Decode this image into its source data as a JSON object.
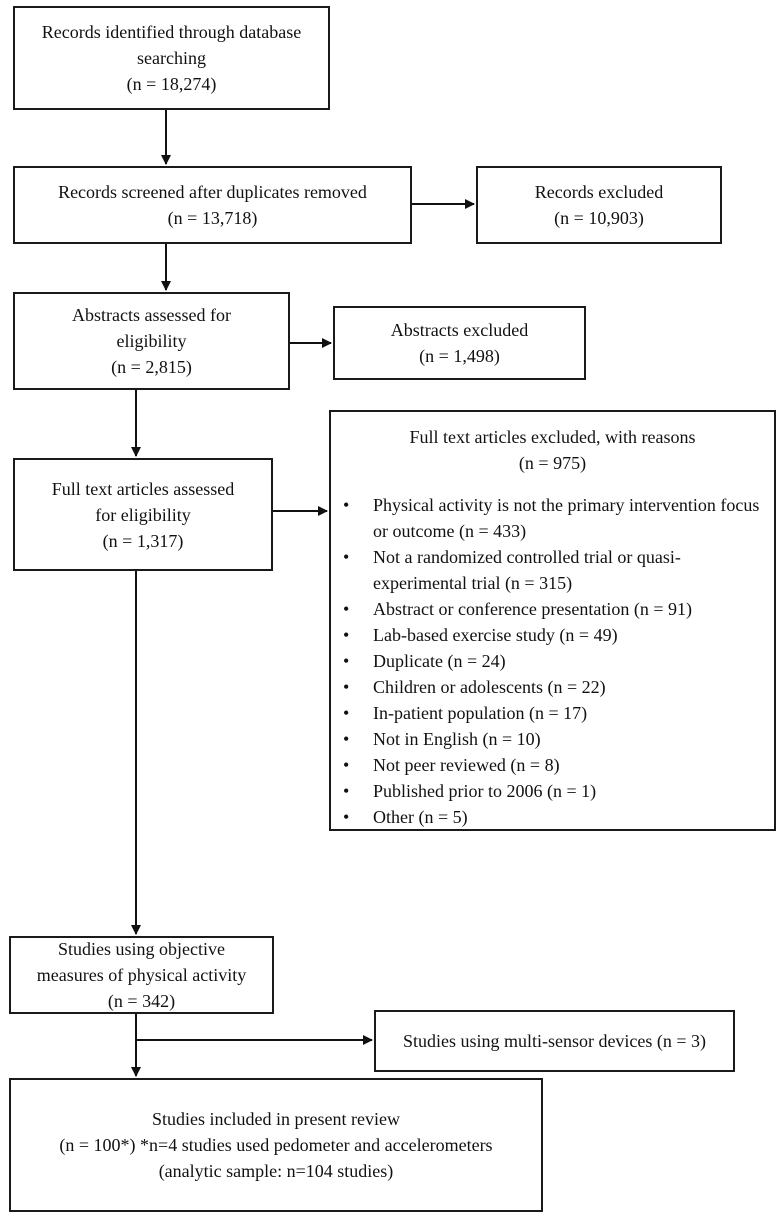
{
  "flow": {
    "identified": {
      "lines": [
        "Records identified through database",
        "searching",
        "(n = 18,274)"
      ]
    },
    "screened": {
      "lines": [
        "Records screened after duplicates removed",
        "(n = 13,718)"
      ]
    },
    "records_excluded": {
      "lines": [
        "Records excluded",
        "(n = 10,903)"
      ]
    },
    "abstracts_assessed": {
      "lines": [
        "Abstracts assessed for",
        "eligibility",
        "(n = 2,815)"
      ]
    },
    "abstracts_excluded": {
      "lines": [
        "Abstracts excluded",
        "(n = 1,498)"
      ]
    },
    "fulltext_assessed": {
      "lines": [
        "Full text articles assessed",
        "for eligibility",
        "(n = 1,317)"
      ]
    },
    "fulltext_excluded": {
      "title": "Full text articles excluded, with reasons",
      "count": "(n =  975)",
      "reasons": [
        "Physical activity is not the primary intervention focus or outcome (n = 433)",
        "Not a randomized controlled trial or quasi-experimental trial (n = 315)",
        "Abstract or conference presentation (n = 91)",
        "Lab-based exercise study (n = 49)",
        "Duplicate (n = 24)",
        "Children or adolescents (n = 22)",
        "In-patient population (n = 17)",
        "Not in English (n = 10)",
        "Not peer reviewed (n = 8)",
        "Published prior to 2006 (n = 1)",
        "Other (n = 5)"
      ]
    },
    "objective_measures": {
      "lines": [
        "Studies using objective",
        "measures of physical activity",
        "(n = 342)"
      ]
    },
    "multi_sensor": {
      "lines": [
        "Studies using multi-sensor devices (n = 3)"
      ]
    },
    "included": {
      "lines": [
        "Studies included in present review",
        "(n = 100*) *n=4 studies used pedometer and accelerometers",
        "(analytic sample: n=104 studies)"
      ]
    }
  }
}
